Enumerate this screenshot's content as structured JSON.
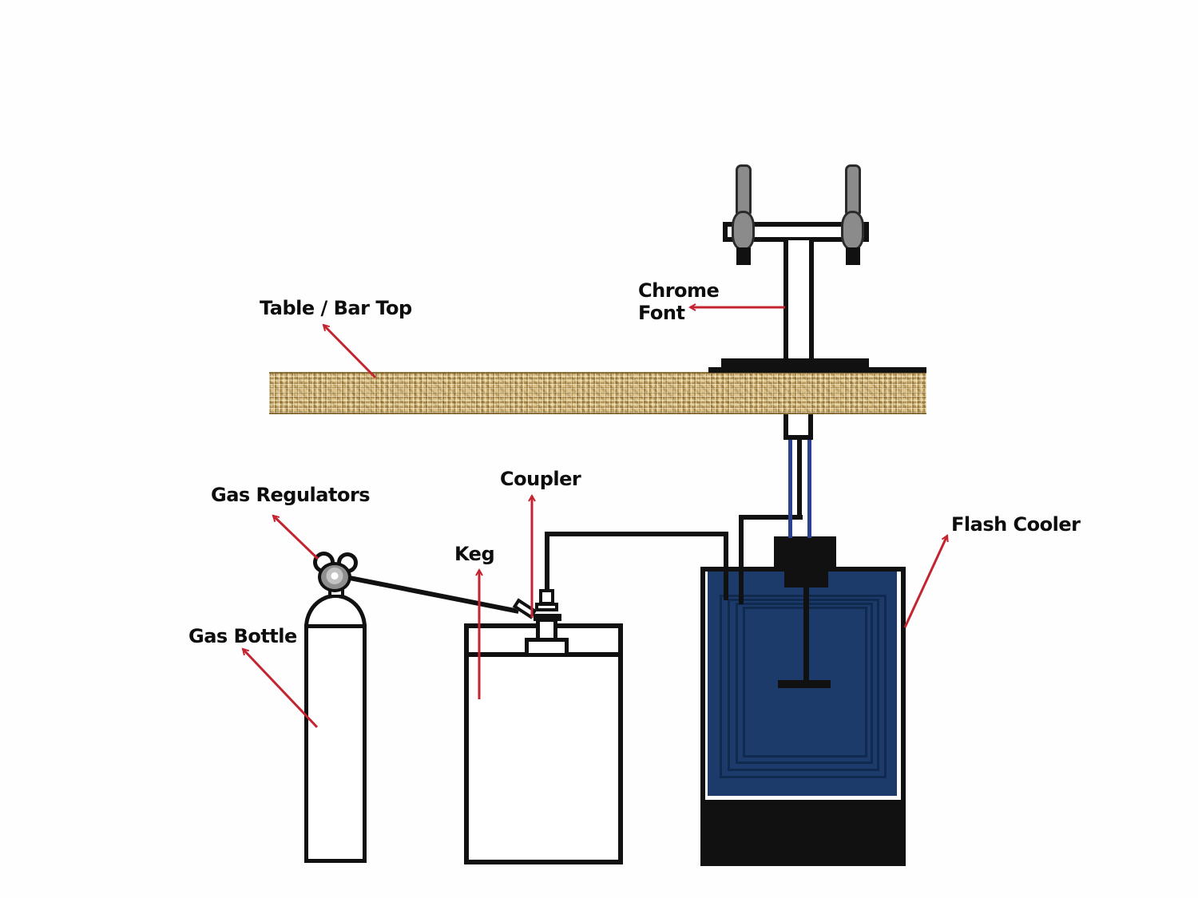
{
  "labels": {
    "table_bar_top": "Table / Bar Top",
    "chrome_font": "Chrome Font",
    "gas_regulators": "Gas Regulators",
    "gas_bottle": "Gas Bottle",
    "keg": "Keg",
    "coupler": "Coupler",
    "flash_cooler": "Flash Cooler"
  },
  "colors": {
    "label_text": "#0d0d0d",
    "arrow_red": "#c42430",
    "line_black": "#111111",
    "coolant_blue": "#2c418f",
    "cooler_fill": "#1c3a6a",
    "coil_line": "#10294e",
    "bar_tan": "#dcc183",
    "bar_weave": "#8a6a33",
    "handle_gray": "#8b8b8b"
  }
}
